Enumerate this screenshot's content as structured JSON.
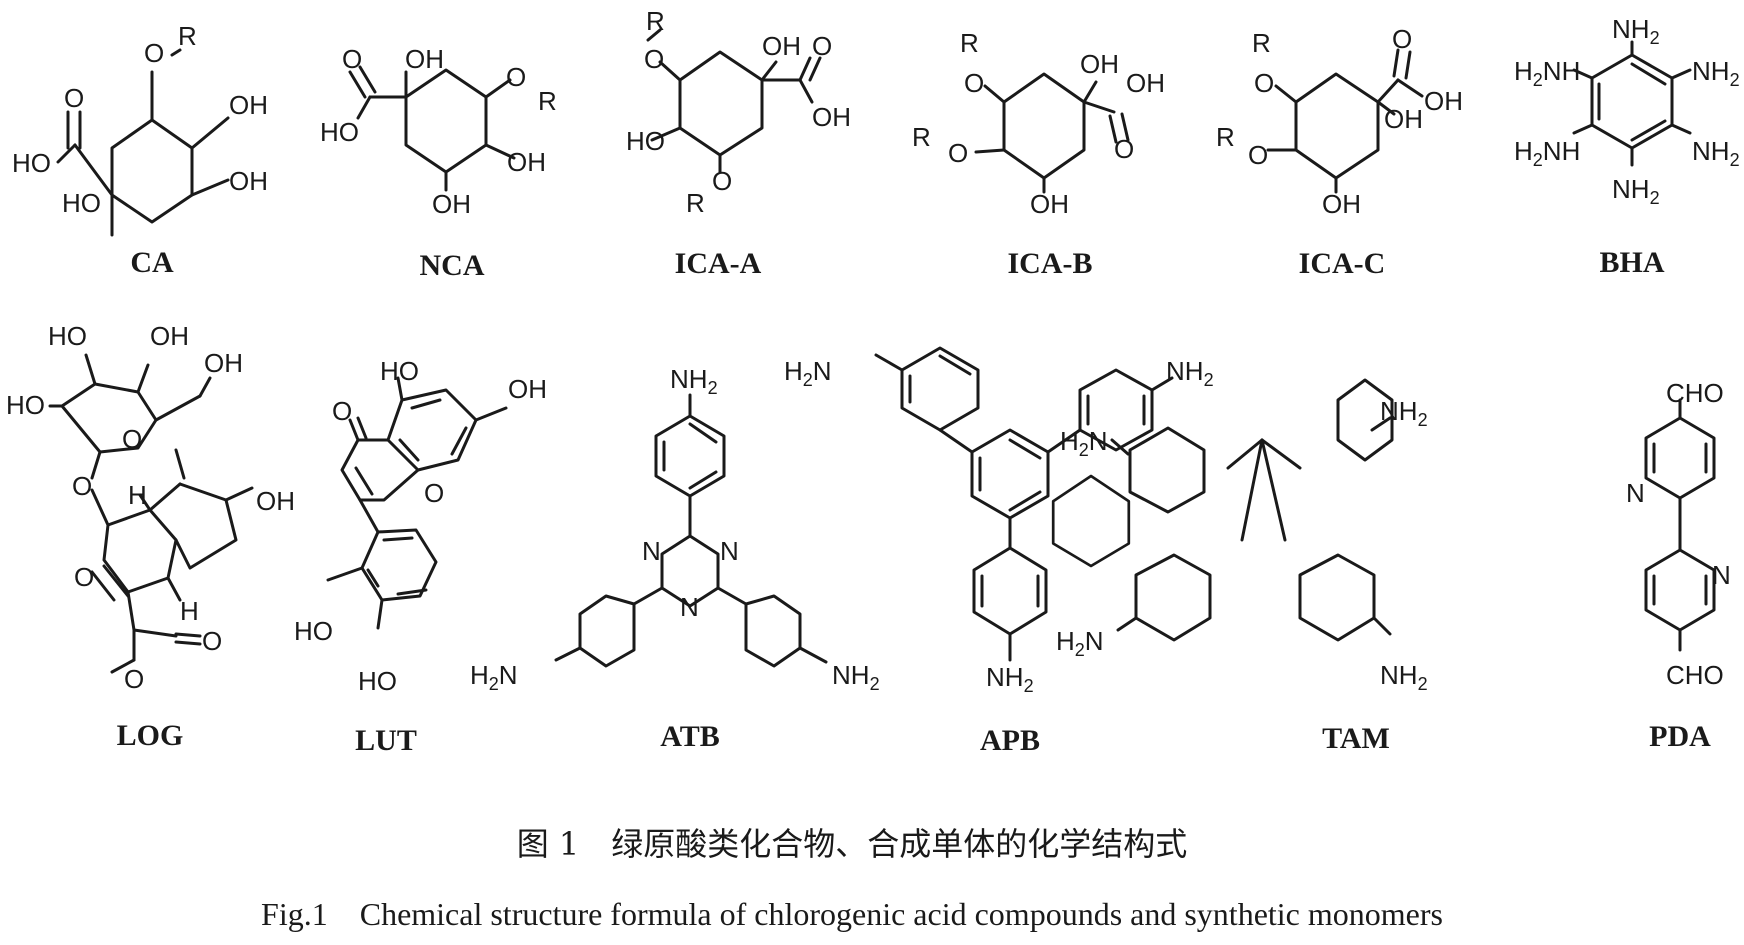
{
  "structures": [
    {
      "id": "CA",
      "name": "CA",
      "labels": [
        "R",
        "O",
        "OH",
        "OH",
        "O",
        "HO",
        "HO"
      ],
      "subs": []
    },
    {
      "id": "NCA",
      "name": "NCA",
      "labels": [
        "OH",
        "O",
        "R",
        "O",
        "HO",
        "OH",
        "OH"
      ],
      "subs": []
    },
    {
      "id": "ICA-A",
      "name": "ICA-A",
      "labels": [
        "R",
        "O",
        "OH",
        "O",
        "OH",
        "HO",
        "O",
        "R"
      ],
      "subs": []
    },
    {
      "id": "ICA-B",
      "name": "ICA-B",
      "labels": [
        "R",
        "O",
        "OH",
        "OH",
        "O",
        "R",
        "O",
        "OH"
      ],
      "subs": []
    },
    {
      "id": "ICA-C",
      "name": "ICA-C",
      "labels": [
        "R",
        "O",
        "O",
        "OH",
        "OH",
        "R",
        "O",
        "OH"
      ],
      "subs": []
    },
    {
      "id": "BHA",
      "name": "BHA",
      "labels": [
        "NH",
        "H",
        "NH",
        "NH",
        "H",
        "NH",
        "NH",
        "NH"
      ],
      "subs": [
        "2",
        "2",
        "2",
        "2",
        "2",
        "2"
      ]
    },
    {
      "id": "LOG",
      "name": "LOG",
      "labels": [
        "HO",
        "OH",
        "OH",
        "HO",
        "O",
        "O",
        "H",
        "OH",
        "O",
        "H",
        "O",
        "O"
      ],
      "subs": []
    },
    {
      "id": "LUT",
      "name": "LUT",
      "labels": [
        "HO",
        "OH",
        "O",
        "O",
        "HO",
        "HO"
      ],
      "subs": []
    },
    {
      "id": "ATB",
      "name": "ATB",
      "labels": [
        "NH",
        "N",
        "N",
        "N",
        "H",
        "N",
        "NH"
      ],
      "subs": [
        "2",
        "2",
        "2"
      ]
    },
    {
      "id": "APB",
      "name": "APB",
      "labels": [
        "H",
        "N",
        "NH",
        "NH"
      ],
      "subs": [
        "2",
        "2",
        "2"
      ]
    },
    {
      "id": "TAM",
      "name": "TAM",
      "labels": [
        "NH",
        "H",
        "N",
        "H",
        "N",
        "NH"
      ],
      "subs": [
        "2",
        "2",
        "2",
        "2"
      ]
    },
    {
      "id": "PDA",
      "name": "PDA",
      "labels": [
        "CHO",
        "N",
        "N",
        "CHO"
      ],
      "subs": []
    }
  ],
  "caption": {
    "zh": "图 1　绿原酸类化合物、合成单体的化学结构式",
    "en": "Fig.1　Chemical structure formula of chlorogenic acid compounds and synthetic monomers"
  }
}
